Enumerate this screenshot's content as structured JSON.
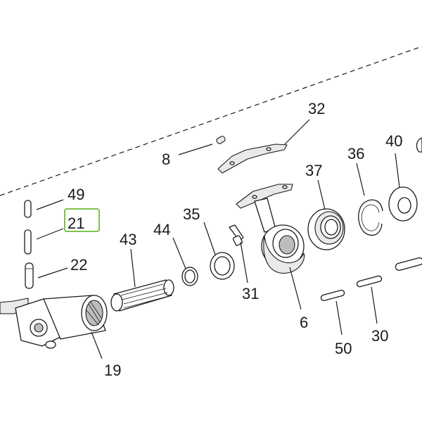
{
  "highlight_color": "#7dc24b",
  "highlighted_callout": "21",
  "callouts": [
    {
      "id": "c49",
      "label": "49"
    },
    {
      "id": "c21",
      "label": "21"
    },
    {
      "id": "c22",
      "label": "22"
    },
    {
      "id": "c19",
      "label": "19"
    },
    {
      "id": "c43",
      "label": "43"
    },
    {
      "id": "c44",
      "label": "44"
    },
    {
      "id": "c35",
      "label": "35"
    },
    {
      "id": "c31",
      "label": "31"
    },
    {
      "id": "c8",
      "label": "8"
    },
    {
      "id": "c32",
      "label": "32"
    },
    {
      "id": "c37",
      "label": "37"
    },
    {
      "id": "c6",
      "label": "6"
    },
    {
      "id": "c36",
      "label": "36"
    },
    {
      "id": "c40",
      "label": "40"
    },
    {
      "id": "c50",
      "label": "50"
    },
    {
      "id": "c30",
      "label": "30"
    }
  ]
}
